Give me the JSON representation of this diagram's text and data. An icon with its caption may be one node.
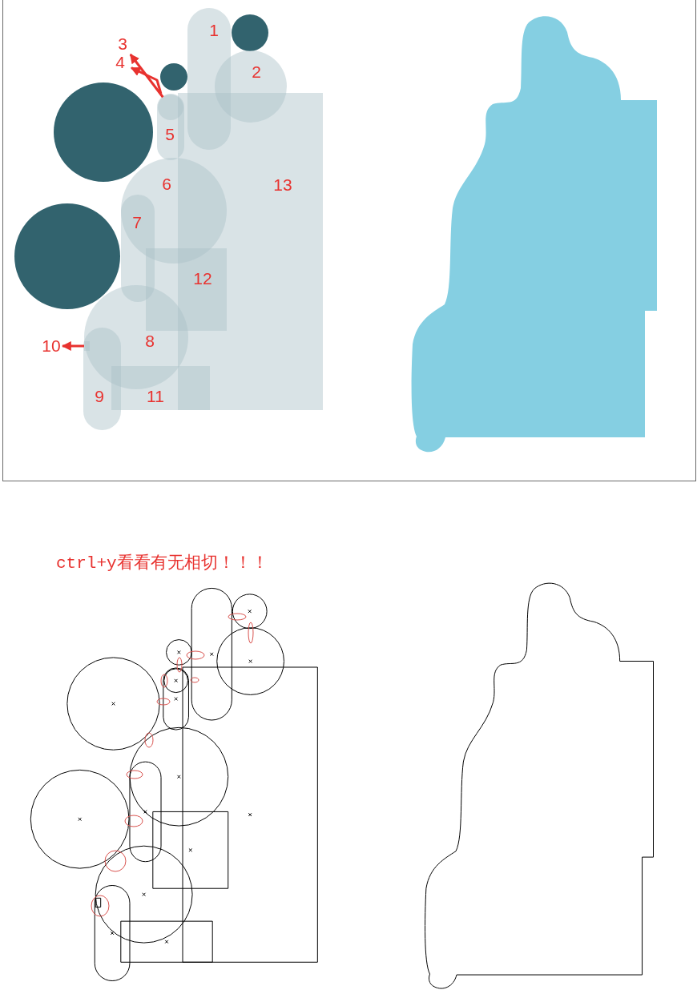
{
  "diagram": {
    "title": "ctrl+y看看有无相切！！！",
    "nodes": [
      {
        "text": [
          "1"
        ]
      },
      {
        "text": [],
        "shape": "circle"
      },
      {
        "text": [
          "2"
        ]
      },
      {
        "text": [
          "3"
        ]
      },
      {
        "text": [
          "4"
        ]
      },
      {
        "text": [],
        "shape": "circle"
      },
      {
        "text": [],
        "shape": "circle",
        "in": 7
      },
      {
        "text": [
          "5"
        ]
      },
      {
        "text": [
          "13"
        ]
      },
      {
        "text": [],
        "shape": "circle"
      },
      {
        "text": [
          "6"
        ]
      },
      {
        "text": [
          "7"
        ]
      },
      {
        "text": [],
        "shape": "circle"
      },
      {
        "text": [
          "12"
        ]
      },
      {
        "text": [
          "8"
        ]
      },
      {
        "text": [
          "10"
        ]
      },
      {
        "text": [],
        "shape": "box"
      },
      {
        "text": [
          "9"
        ]
      },
      {
        "text": [
          "11"
        ]
      }
    ],
    "edges": [
      {
        "from": 6,
        "to": 3,
        "arrow": "to"
      },
      {
        "from": 7,
        "to": 4,
        "arrow": "to"
      },
      {
        "from": 16,
        "to": 15,
        "arrow": "to"
      }
    ]
  }
}
